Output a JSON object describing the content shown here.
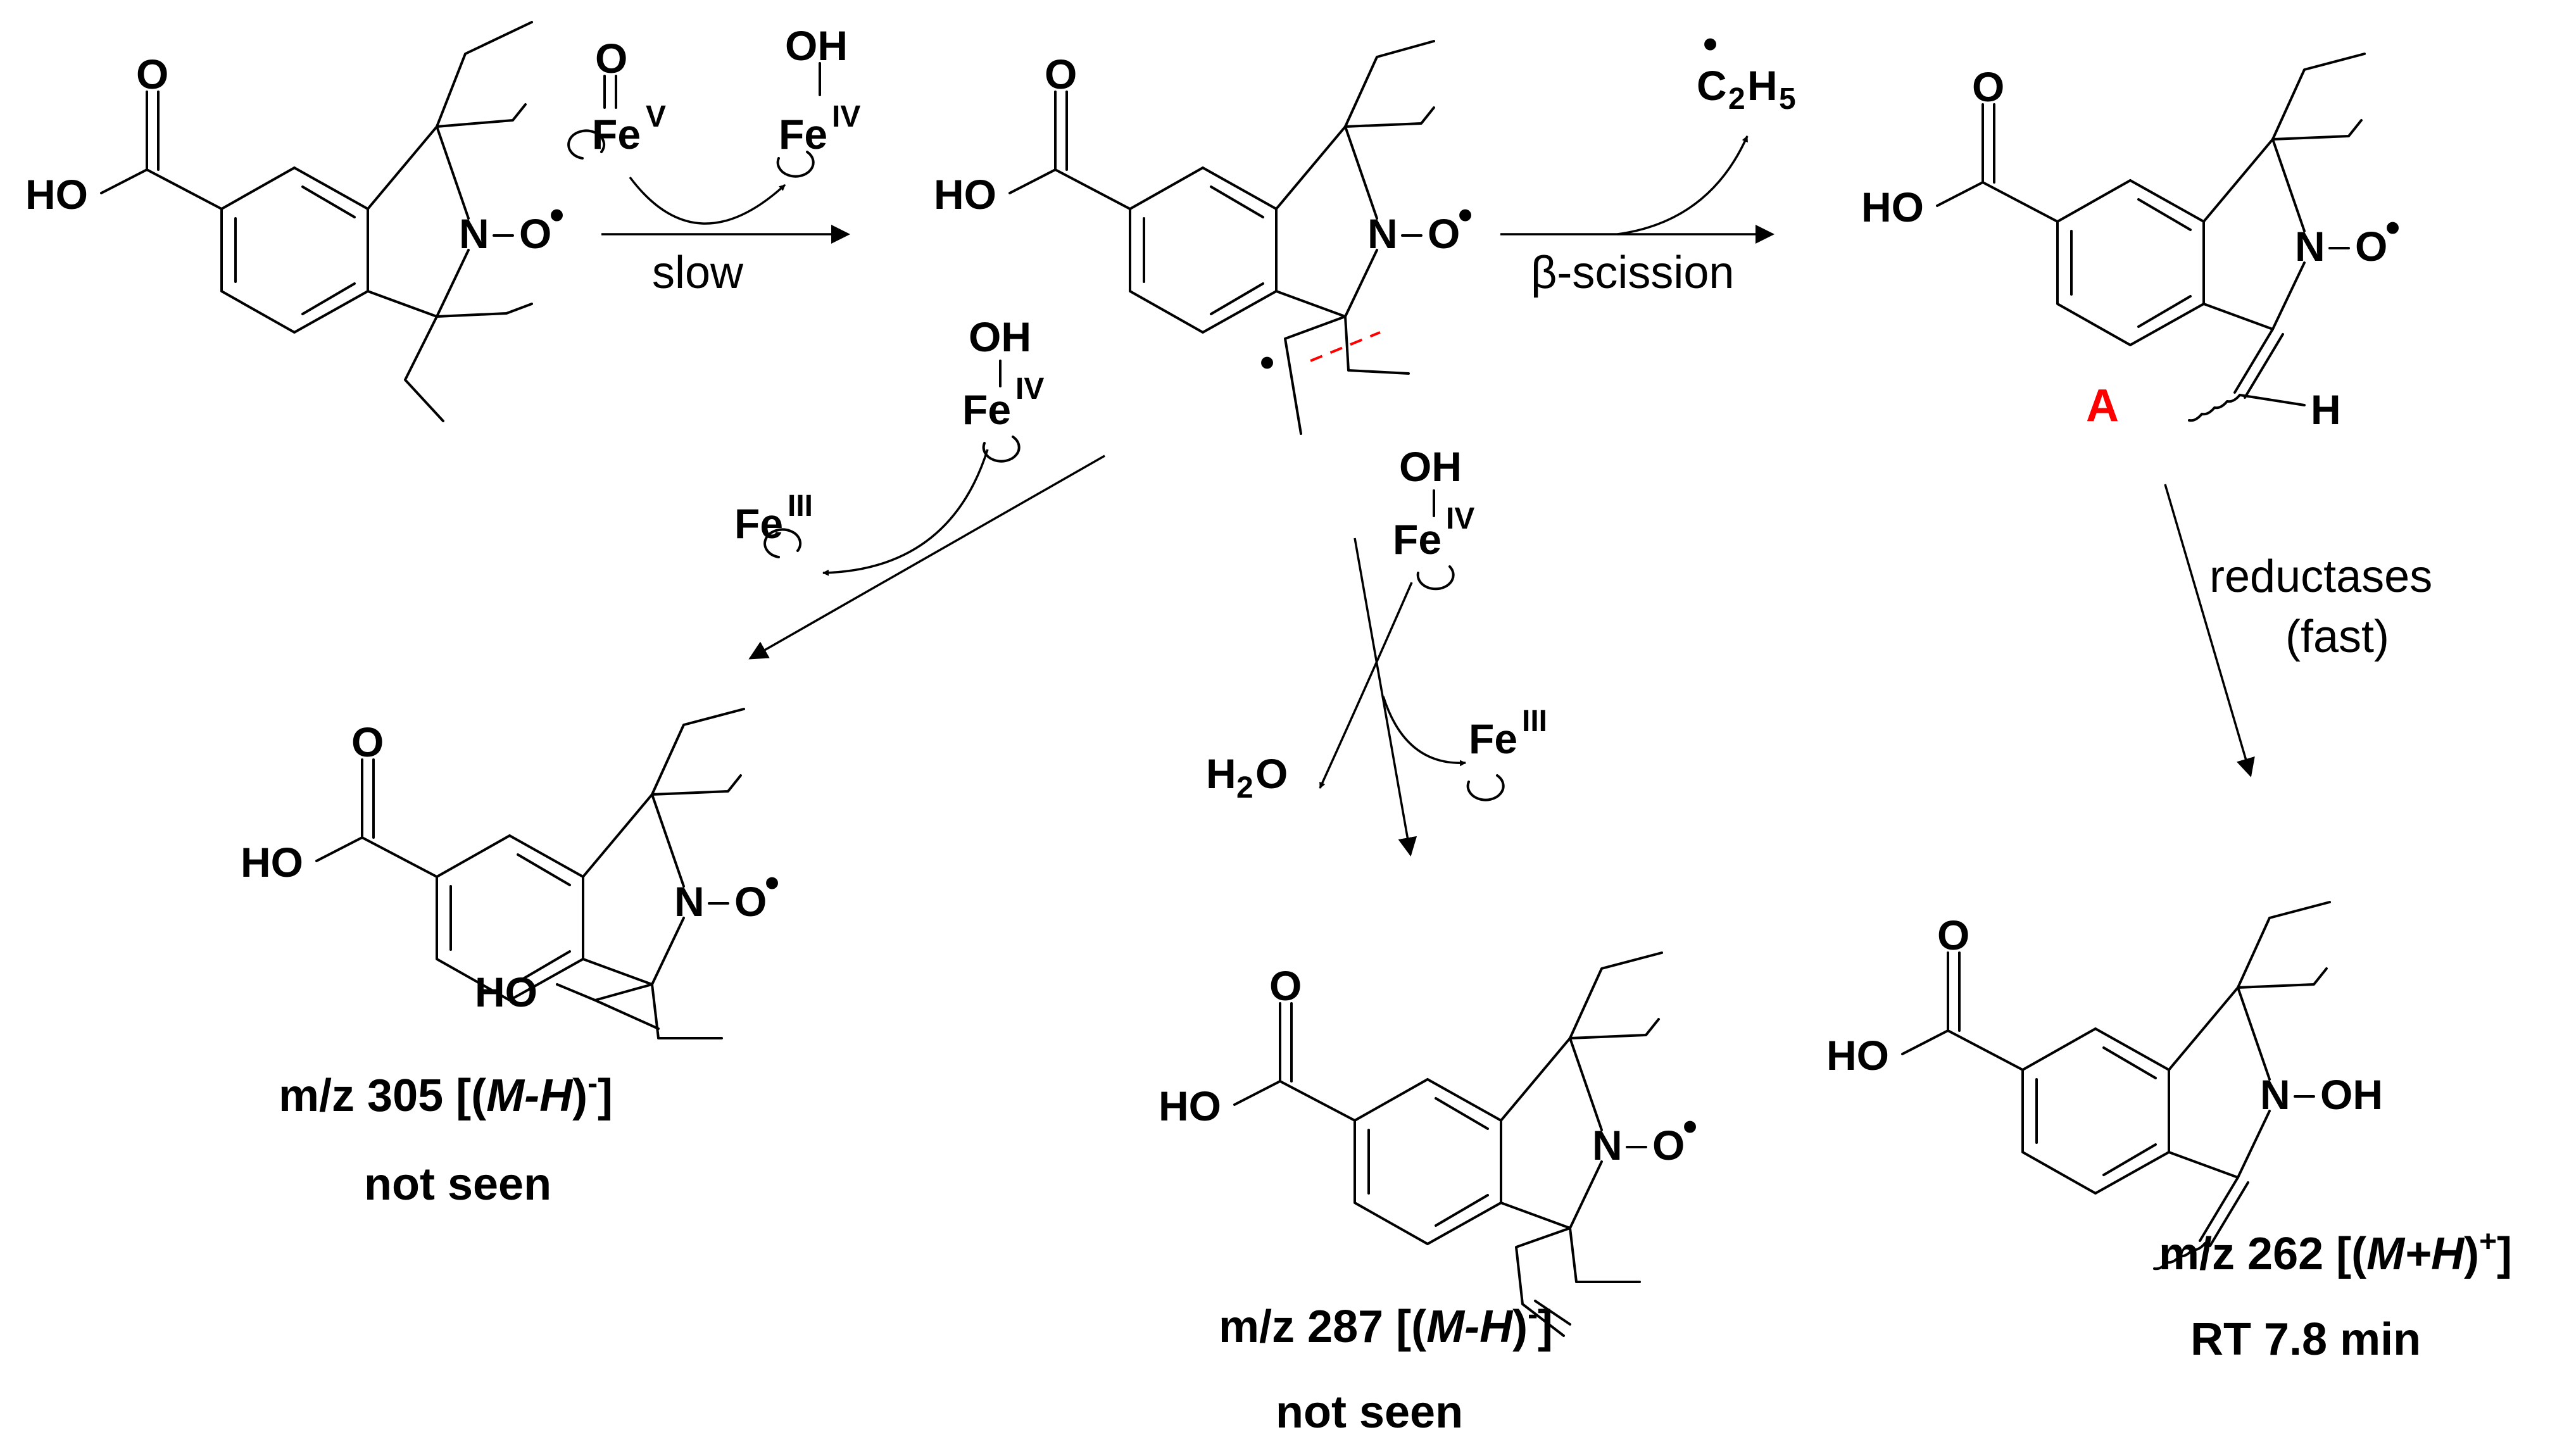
{
  "colors": {
    "ink": "#000000",
    "highlight": "#ff0000"
  },
  "atoms": {
    "O": "O",
    "HO": "HO",
    "N": "N",
    "OH": "OH",
    "H": "H",
    "dash": "–",
    "radical_dot": "•",
    "Fe": "Fe",
    "FeV_ox": "V",
    "FeIV_ox": "IV",
    "FeIII_ox": "III",
    "C2H5_C": "C",
    "C2H5_2": "2",
    "C2H5_H": "H",
    "C2H5_5": "5",
    "H2O_H": "H",
    "H2O_2": "2",
    "H2O_O": "O"
  },
  "conditions": {
    "slow": "slow",
    "beta_scission": "β-scission",
    "reductases": "reductases",
    "fast": "(fast)"
  },
  "intermediate_label": "A",
  "products": {
    "p305": {
      "mz": "m/z 305 [(",
      "ion": "M-H",
      "close": ")",
      "charge": "-",
      "end": "]",
      "status": "not seen"
    },
    "p287": {
      "mz": "m/z 287 [(",
      "ion": "M-H",
      "close": ")",
      "charge": "-",
      "end": "]",
      "status": "not seen"
    },
    "p262": {
      "mz": "m/z 262 [(",
      "ion": "M+H",
      "close": ")",
      "charge": "+",
      "end": "]",
      "status": "RT 7.8 min"
    }
  }
}
